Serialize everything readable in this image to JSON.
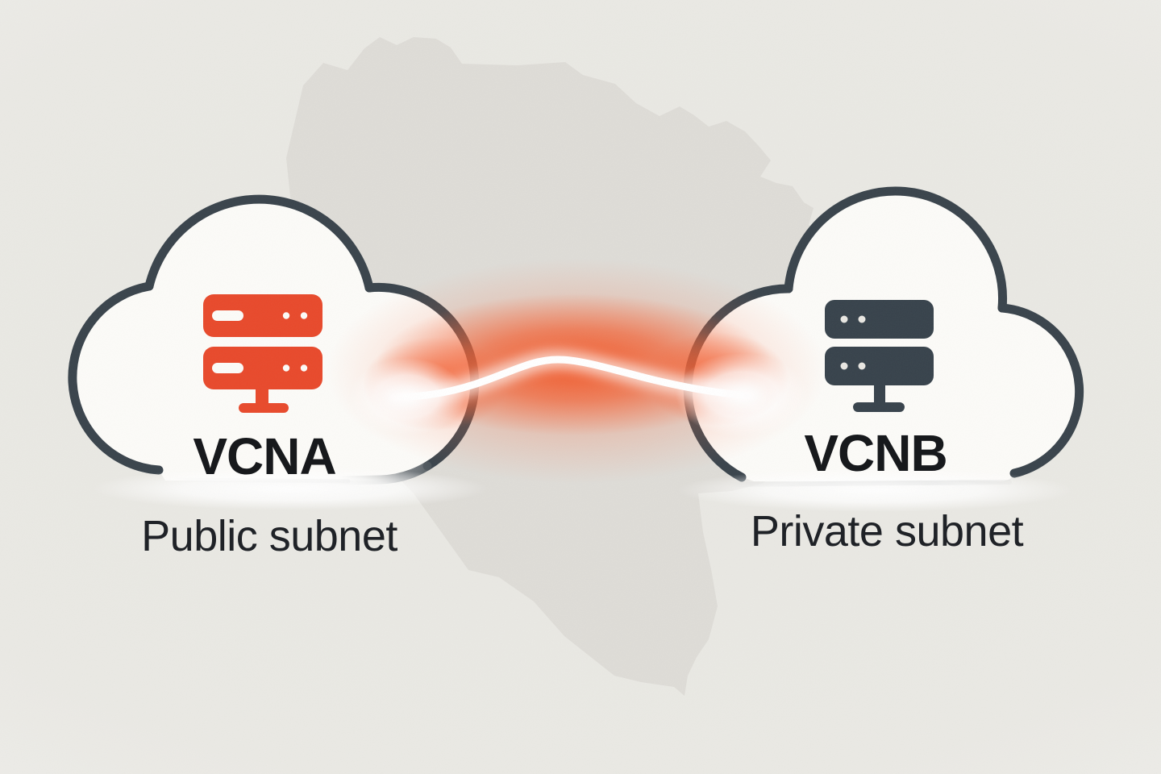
{
  "diagram": {
    "kind": "vcn-peering-illustration",
    "left_cloud": {
      "label": "VCNA",
      "sublabel": "Public subnet",
      "icon": "server-rack-icon",
      "icon_color": "#E8492B"
    },
    "right_cloud": {
      "label": "VCNB",
      "sublabel": "Private subnet",
      "icon": "server-rack-icon",
      "icon_color": "#37424B"
    },
    "connection": {
      "style": "wavy-glowing-line",
      "line_color": "#FFFFFF",
      "glow_color": "#F2572A"
    },
    "colors": {
      "background": "#EAE9E4",
      "map_silhouette": "#DEDCD7",
      "cloud_fill": "#FCFBF8",
      "cloud_stroke": "#39434B",
      "label_text": "#17191C",
      "sublabel_text": "#1F2227"
    }
  }
}
